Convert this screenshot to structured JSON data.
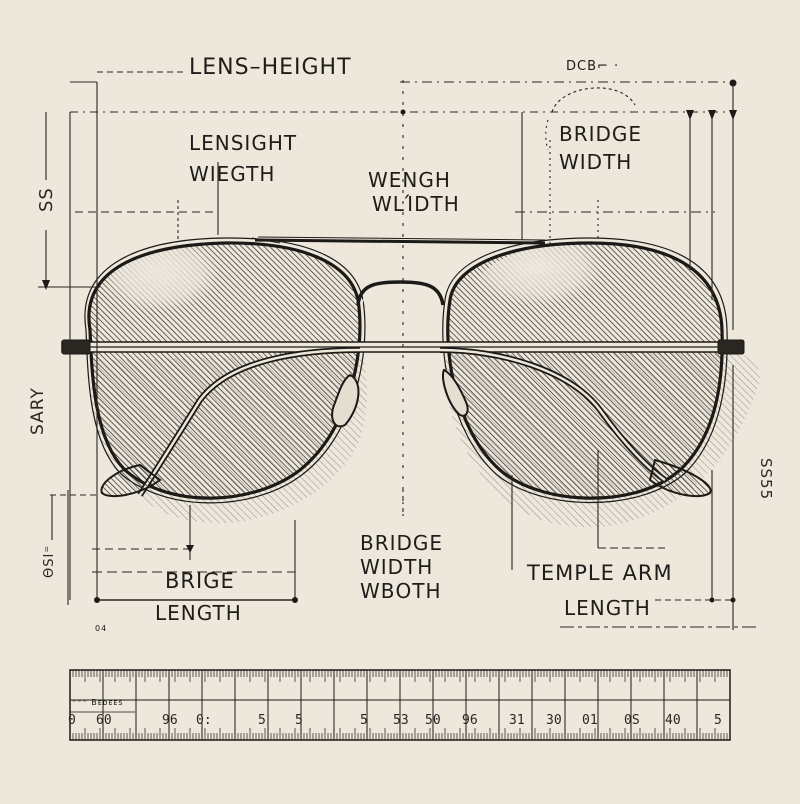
{
  "diagram": {
    "type": "technical-illustration",
    "subject": "aviator-sunglasses-dimension-sketch",
    "background_color": "#ede7dc",
    "ink_color": "#1c1a17",
    "labels": {
      "lens_height": "LENS–HEIGHT",
      "lensight_line1": "LENSIGHT",
      "lensight_line2": "WIEGTH",
      "wengh_line1": "WENGH",
      "wengh_line2": "WLΊDTH",
      "bridge_width_top_line1": "BRIDGE",
      "bridge_width_top_line2": "WIDTH",
      "top_arc_label": "DCB⌐ ·",
      "left_vertical_top": "SS",
      "left_vertical_mid": "SARY",
      "left_vertical_bottom": "ΘSI⁼",
      "right_vertical": "SS55",
      "brige_line1": "BRIGE",
      "brige_line2": "LENGTH",
      "bridge_center_line1": "BRIDGE",
      "bridge_center_line2": "WIDTH",
      "bridge_center_line3": "WΒOTH",
      "temple_line1": "TEMPLE ARM",
      "temple_line2": "LENGTH",
      "small_mark": "04"
    },
    "ruler": {
      "corner_label": "⁼⁼⁼ Bᴇᴅᴇᴇs",
      "numbers": [
        "0",
        "60",
        "96",
        "0:",
        "5",
        "5",
        "5",
        "53",
        "50",
        "96",
        "31",
        "30",
        "01",
        "0S",
        "40",
        "5"
      ],
      "number_x": [
        68,
        96,
        162,
        196,
        258,
        295,
        360,
        393,
        425,
        462,
        509,
        546,
        582,
        624,
        665,
        714
      ]
    }
  }
}
